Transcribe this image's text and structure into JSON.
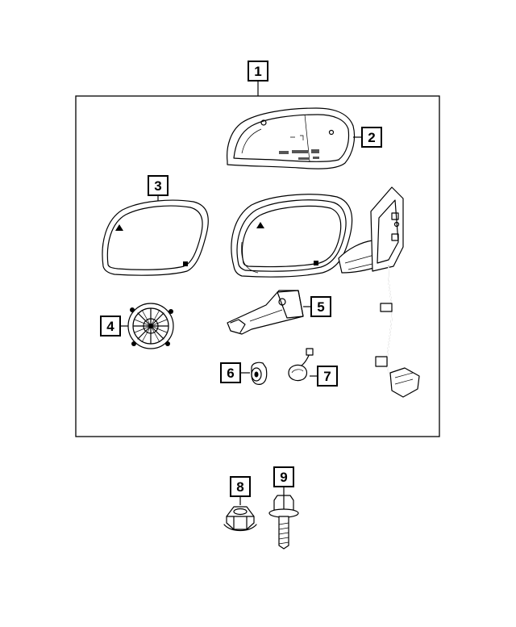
{
  "diagram": {
    "callouts": [
      {
        "id": "1",
        "label": "1"
      },
      {
        "id": "2",
        "label": "2"
      },
      {
        "id": "3",
        "label": "3"
      },
      {
        "id": "4",
        "label": "4"
      },
      {
        "id": "5",
        "label": "5"
      },
      {
        "id": "6",
        "label": "6"
      },
      {
        "id": "7",
        "label": "7"
      },
      {
        "id": "8",
        "label": "8"
      },
      {
        "id": "9",
        "label": "9"
      }
    ],
    "line_color": "#000000",
    "background_color": "#ffffff"
  }
}
